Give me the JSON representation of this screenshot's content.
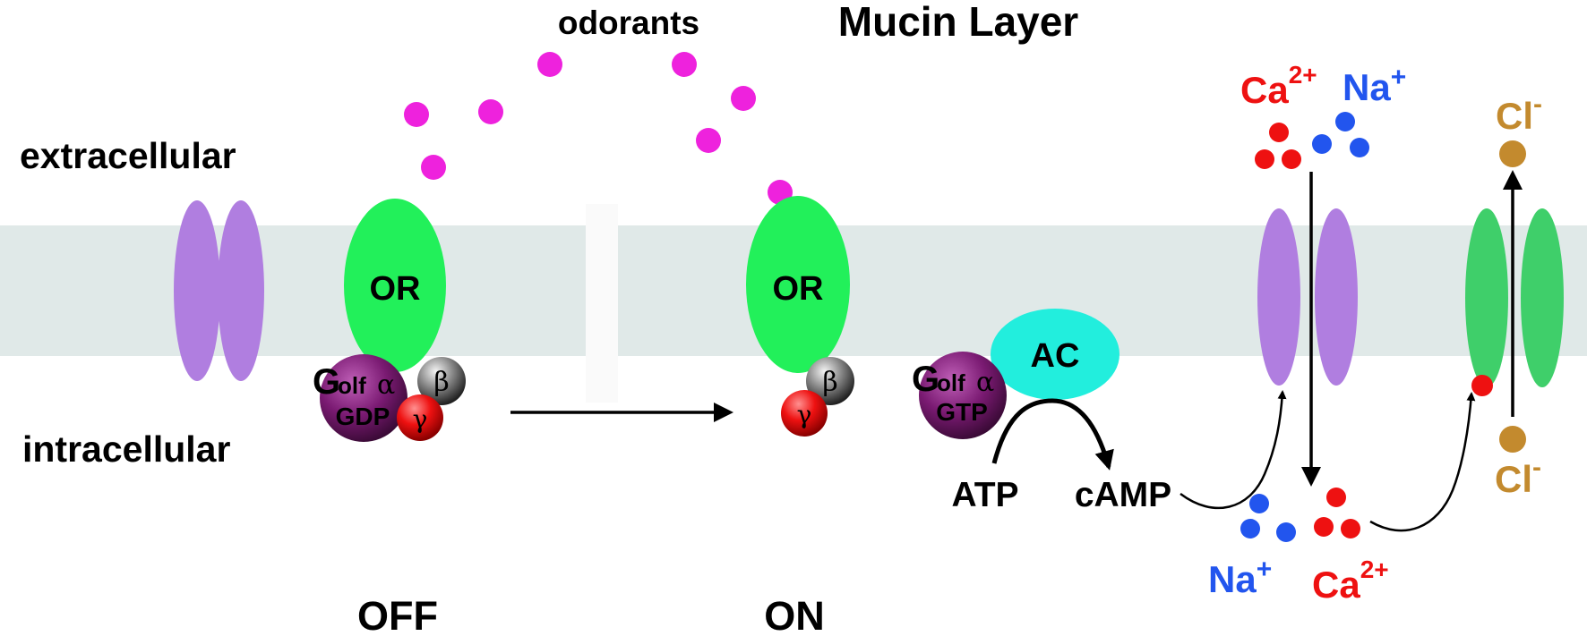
{
  "labels": {
    "odorants": "odorants",
    "mucin_layer": "Mucin Layer",
    "extracellular": "extracellular",
    "intracellular": "intracellular",
    "off": "OFF",
    "on": "ON"
  },
  "receptor": {
    "or_label": "OR"
  },
  "g_protein": {
    "g": "G",
    "olf": "olf",
    "alpha": "α",
    "beta": "β",
    "gamma": "γ",
    "gdp": "GDP",
    "gtp": "GTP"
  },
  "enzyme": {
    "ac_label": "AC",
    "atp": "ATP",
    "camp": "cAMP"
  },
  "ions": {
    "ca": "Ca",
    "ca_charge": "2+",
    "na": "Na",
    "na_charge": "+",
    "cl": "Cl",
    "cl_charge": "-"
  },
  "colors": {
    "membrane": "#e0e9e8",
    "purple_channel": "#b07ee0",
    "green_channel": "#3fcf6a",
    "or_green": "#22f05a",
    "odorant_magenta": "#ee22dd",
    "ac_cyan": "#22eedd",
    "galpha_purple": "#7a1a72",
    "gamma_red": "#ee1111",
    "ca_red": "#ee1111",
    "na_blue": "#2255ee",
    "cl_gold": "#c38a2e"
  }
}
